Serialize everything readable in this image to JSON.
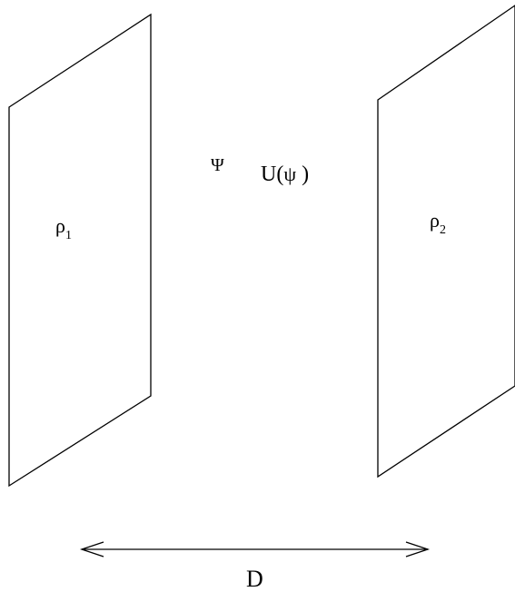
{
  "labels": {
    "rho1": {
      "base": "ρ",
      "sub": "1"
    },
    "rho2": {
      "base": "ρ",
      "sub": "2"
    },
    "psi": "Ψ",
    "potential": {
      "prefix": "U(",
      "symbol": "ψ",
      "suffix": " )"
    },
    "distance": "D"
  },
  "colors": {
    "stroke": "#000000",
    "background": "#ffffff"
  }
}
